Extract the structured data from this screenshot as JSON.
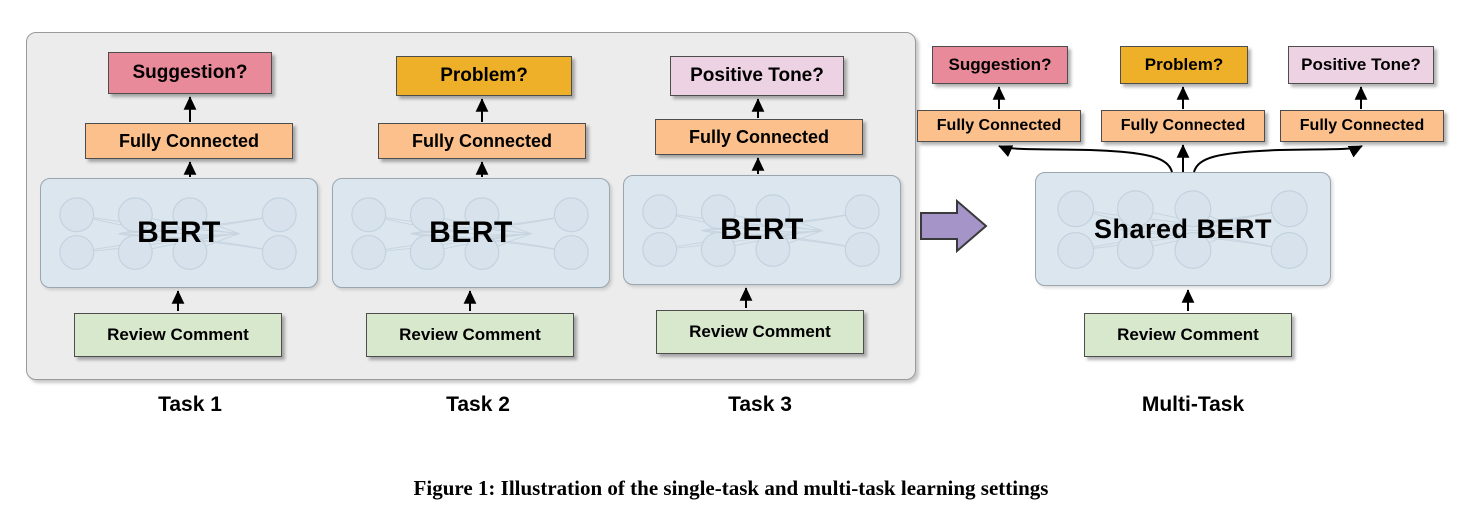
{
  "figure": {
    "caption": "Figure 1: Illustration of the single-task and multi-task learning settings"
  },
  "single_task": {
    "panel_label": "single-task-panel",
    "columns": [
      {
        "caption": "Task 1",
        "head": "Suggestion?",
        "fully_connected": "Fully Connected",
        "bert": "BERT",
        "input": "Review Comment"
      },
      {
        "caption": "Task 2",
        "head": "Problem?",
        "fully_connected": "Fully Connected",
        "bert": "BERT",
        "input": "Review Comment"
      },
      {
        "caption": "Task 3",
        "head": "Positive Tone?",
        "fully_connected": "Fully Connected",
        "bert": "BERT",
        "input": "Review Comment"
      }
    ]
  },
  "transition": {
    "icon": "right-arrow-icon"
  },
  "multi_task": {
    "caption": "Multi-Task",
    "heads": [
      {
        "label": "Suggestion?"
      },
      {
        "label": "Problem?"
      },
      {
        "label": "Positive Tone?"
      }
    ],
    "fully_connected": [
      {
        "label": "Fully Connected"
      },
      {
        "label": "Fully Connected"
      },
      {
        "label": "Fully Connected"
      }
    ],
    "bert": "Shared BERT",
    "input": "Review Comment"
  },
  "colors": {
    "panel_bg": "#ececec",
    "panel_border": "#9a9a9a",
    "suggestion": "#e88a99",
    "problem": "#eeb028",
    "positive_tone": "#ecd2e2",
    "fully_connected": "#fbc08c",
    "review_comment": "#d8e8cd",
    "bert_bg": "#dce6ee",
    "bert_border": "#9aa6b0",
    "transition_arrow": "#a494c8",
    "arrow_stroke": "#000000",
    "text": "#000000"
  }
}
